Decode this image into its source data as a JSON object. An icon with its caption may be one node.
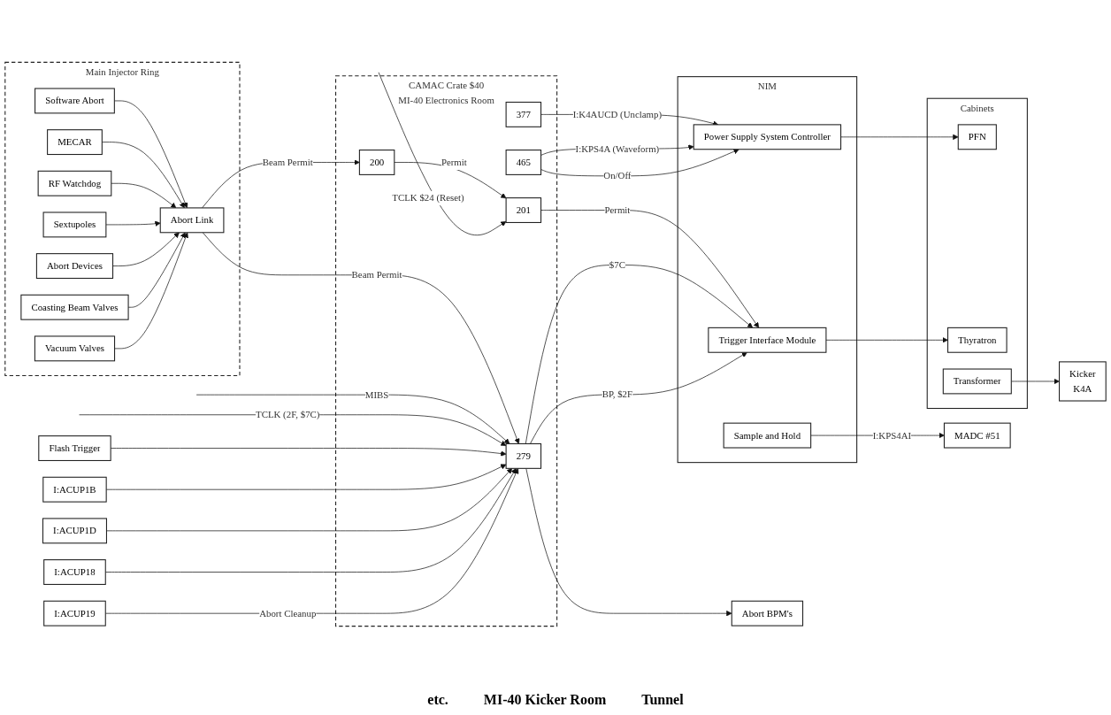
{
  "diagram": {
    "nodes": [
      {
        "text": [
          "Main Injector Ring"
        ]
      },
      {
        "text": [
          "Vacuum Valves"
        ],
        "in": 0
      },
      {
        "text": [
          "Coasting Beam Valves"
        ],
        "in": 0
      },
      {
        "text": [
          "Abort Devices"
        ],
        "in": 0
      },
      {
        "text": [
          "Sextupoles"
        ],
        "in": 0
      },
      {
        "text": [
          "RF Watchdog"
        ],
        "in": 0
      },
      {
        "text": [
          "MECAR"
        ],
        "in": 0
      },
      {
        "text": [
          "Software Abort"
        ],
        "in": 0
      },
      {
        "text": [
          "Abort Link"
        ],
        "in": 0
      },
      {
        "text": [
          "CAMAC Crate $40",
          "MI-40 Electronics Room"
        ]
      },
      {
        "text": [
          "279"
        ],
        "in": 9
      },
      {
        "text": [
          "201"
        ],
        "in": 9
      },
      {
        "text": [
          "200"
        ],
        "in": 9
      },
      {
        "text": [
          "465"
        ],
        "in": 9
      },
      {
        "text": [
          "377"
        ],
        "in": 9
      },
      {
        "text": [
          "NIM"
        ]
      },
      {
        "text": [
          "Trigger Interface Module"
        ],
        "in": 15
      },
      {
        "text": [
          "Sample and Hold"
        ],
        "in": 15
      },
      {
        "text": [
          "Power Supply System Controller"
        ],
        "in": 15
      },
      {
        "text": [
          "MADC #51"
        ]
      },
      {
        "text": [
          "Cabinets"
        ]
      },
      {
        "text": [
          "PFN"
        ],
        "in": 20
      },
      {
        "text": [
          "Thyratron"
        ],
        "in": 20
      },
      {
        "text": [
          "Transformer"
        ],
        "in": 20
      },
      {
        "text": [
          "Kicker",
          "K4A"
        ]
      },
      {
        "text": [
          "I:ACUP19"
        ]
      },
      {
        "text": [
          "I:ACUP18"
        ]
      },
      {
        "text": [
          "I:ACUP1D"
        ]
      },
      {
        "text": [
          "I:ACUP1B"
        ]
      },
      {
        "text": [
          "Flash Trigger"
        ]
      },
      {
        "text": [
          "Abort BPM's"
        ]
      }
    ],
    "edges": [
      {
        "from": 1,
        "to": 8,
        "arrow": "to"
      },
      {
        "from": 2,
        "to": 8,
        "arrow": "to"
      },
      {
        "from": 3,
        "to": 8,
        "arrow": "to"
      },
      {
        "from": 4,
        "to": 8,
        "arrow": "to"
      },
      {
        "from": 5,
        "to": 8,
        "arrow": "to"
      },
      {
        "from": 6,
        "to": 8,
        "arrow": "to"
      },
      {
        "from": 7,
        "to": 8,
        "arrow": "to"
      },
      {
        "from": 25,
        "to": 10,
        "arrow": "to",
        "label": "Abort Cleanup"
      },
      {
        "from": 26,
        "to": 10,
        "arrow": "to"
      },
      {
        "from": 27,
        "to": 10,
        "arrow": "to"
      },
      {
        "from": 28,
        "to": 10,
        "arrow": "to"
      },
      {
        "from": 29,
        "to": 10,
        "arrow": "to"
      },
      {
        "from": null,
        "to": 10,
        "arrow": "to",
        "label": "TCLK (2F, $7C)"
      },
      {
        "from": null,
        "to": 10,
        "arrow": "to",
        "label": "MIBS"
      },
      {
        "from": 8,
        "to": 10,
        "arrow": "to",
        "label": "Beam Permit"
      },
      {
        "from": null,
        "to": 11,
        "arrow": "to",
        "label": "TCLK $24 (Reset)"
      },
      {
        "from": 8,
        "to": 12,
        "arrow": "to",
        "label": "Beam Permit"
      },
      {
        "from": 12,
        "to": 11,
        "arrow": "to",
        "label": "Permit"
      },
      {
        "from": 10,
        "to": 30,
        "arrow": "to"
      },
      {
        "from": 10,
        "to": 16,
        "arrow": "to",
        "label": "BP, $2F"
      },
      {
        "from": 10,
        "to": 16,
        "arrow": "to",
        "label": "$7C"
      },
      {
        "from": 11,
        "to": 16,
        "arrow": "to",
        "label": "Permit"
      },
      {
        "from": 13,
        "to": 18,
        "arrow": "to",
        "label": "On/Off"
      },
      {
        "from": 13,
        "to": 18,
        "arrow": "to",
        "label": "I:KPS4A (Waveform)"
      },
      {
        "from": 14,
        "to": 18,
        "arrow": "to",
        "label": "I:K4AUCD (Unclamp)"
      },
      {
        "from": 17,
        "to": 19,
        "arrow": "to",
        "label": "I:KPS4AI"
      },
      {
        "from": 16,
        "to": 22,
        "arrow": "to"
      },
      {
        "from": 18,
        "to": 21,
        "arrow": "to"
      },
      {
        "from": 23,
        "to": 24,
        "arrow": "to"
      }
    ],
    "labels": [
      "etc.",
      "MI-40 Kicker Room",
      "Tunnel"
    ]
  }
}
